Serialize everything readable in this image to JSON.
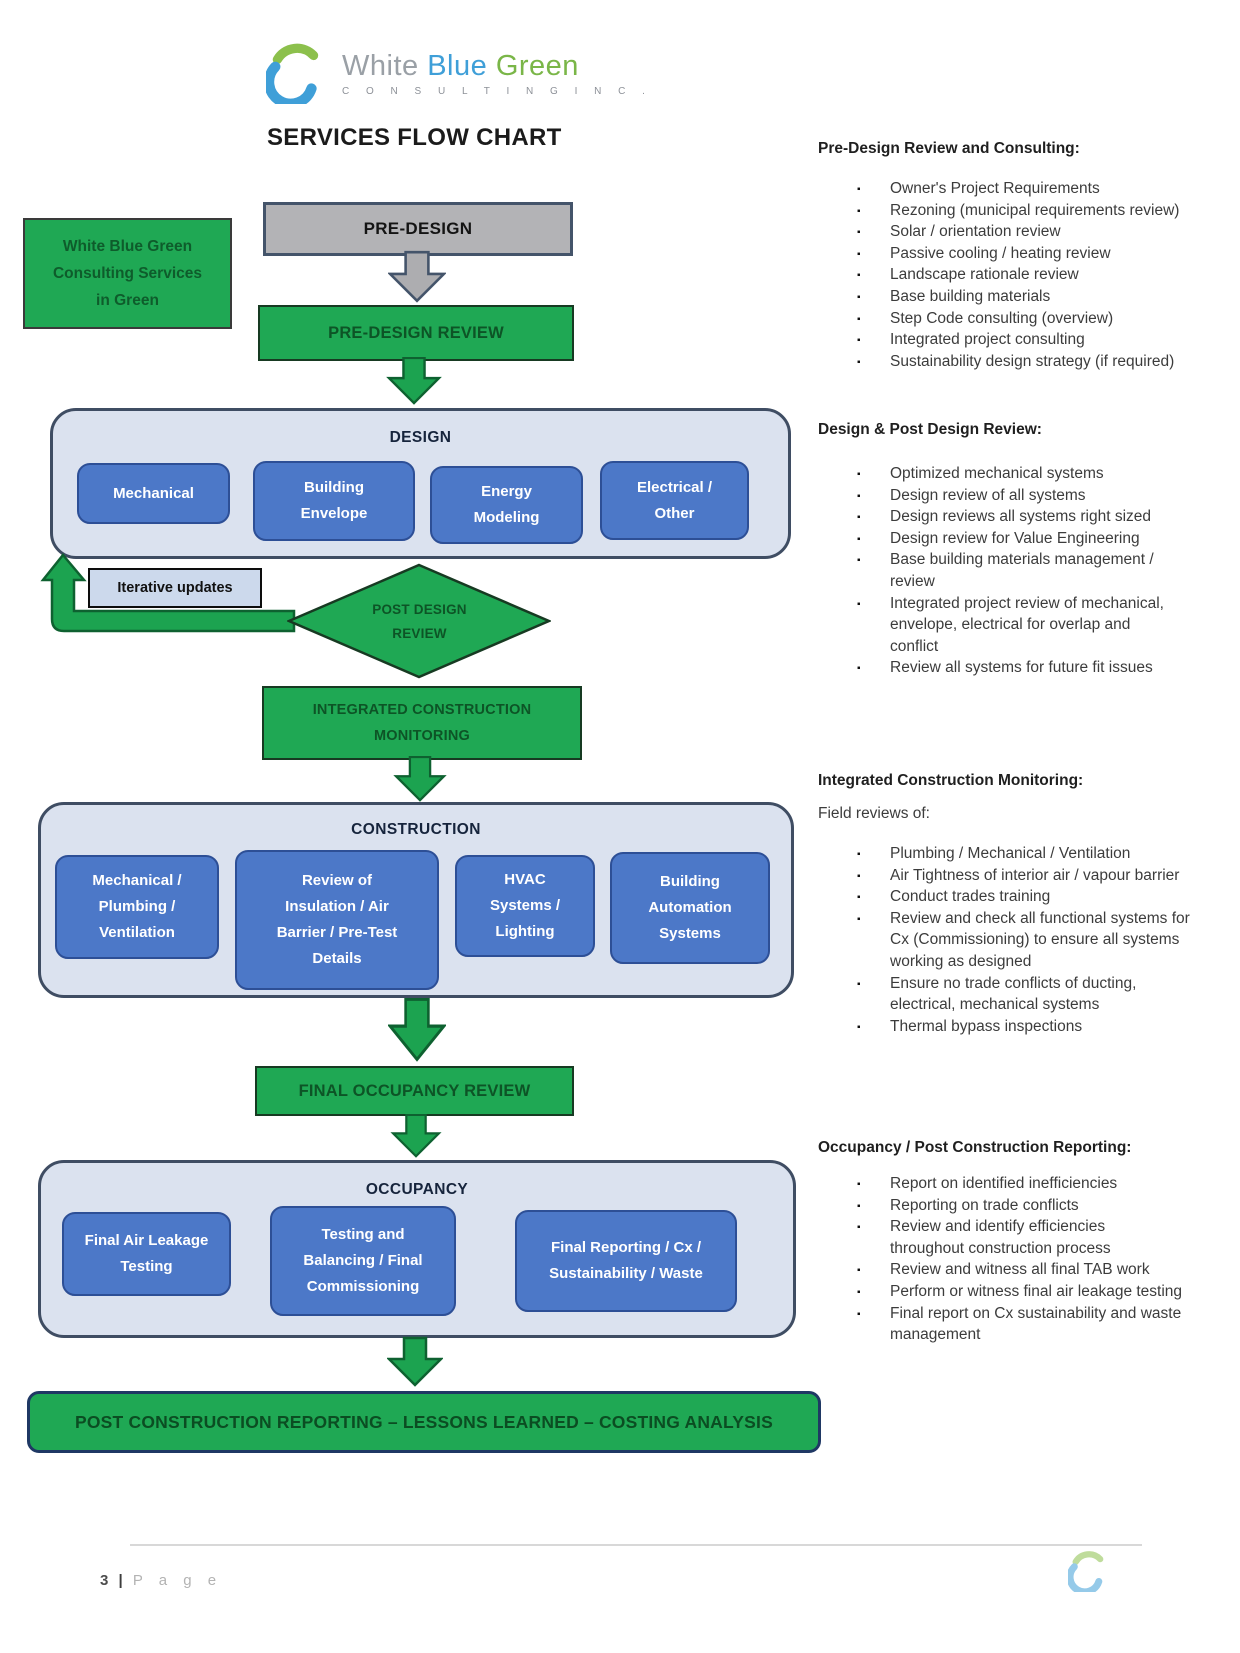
{
  "header": {
    "brand": {
      "white": "White",
      "blue": "Blue",
      "green": "Green",
      "subtitle": "C O N S U L T I N G   I N C ."
    },
    "title": "SERVICES FLOW CHART"
  },
  "flow": {
    "legend_box": "White Blue Green\nConsulting Services\nin Green",
    "pre_design": "PRE-DESIGN",
    "pre_design_review": "PRE-DESIGN REVIEW",
    "design": {
      "title": "DESIGN",
      "items": [
        "Mechanical",
        "Building\nEnvelope",
        "Energy\nModeling",
        "Electrical /\nOther"
      ]
    },
    "iterative_updates": "Iterative updates",
    "post_design_review": "POST DESIGN\nREVIEW",
    "integrated_construction_monitoring": "INTEGRATED CONSTRUCTION\nMONITORING",
    "construction": {
      "title": "CONSTRUCTION",
      "items": [
        "Mechanical /\nPlumbing /\nVentilation",
        "Review of\nInsulation / Air\nBarrier / Pre-Test\nDetails",
        "HVAC\nSystems /\nLighting",
        "Building\nAutomation\nSystems"
      ]
    },
    "final_occupancy_review": "FINAL OCCUPANCY REVIEW",
    "occupancy": {
      "title": "OCCUPANCY",
      "items": [
        "Final Air Leakage\nTesting",
        "Testing and\nBalancing / Final\nCommissioning",
        "Final Reporting / Cx /\nSustainability / Waste"
      ]
    },
    "post_construction_bar": "POST CONSTRUCTION REPORTING – LESSONS LEARNED – COSTING ANALYSIS"
  },
  "notes": [
    {
      "heading": "Pre-Design Review and Consulting:",
      "intro": "",
      "bullets": [
        "Owner's Project Requirements",
        "Rezoning (municipal requirements review)",
        "Solar / orientation review",
        "Passive cooling / heating review",
        "Landscape rationale review",
        "Base building materials",
        "Step Code consulting (overview)",
        "Integrated project consulting",
        "Sustainability design strategy (if required)"
      ]
    },
    {
      "heading": "Design & Post Design Review:",
      "intro": "",
      "bullets": [
        "Optimized mechanical systems",
        "Design review of all systems",
        "Design reviews all systems right sized",
        "Design review for Value Engineering",
        "Base building materials management /\nreview",
        "Integrated project review of mechanical,\nenvelope, electrical for overlap and\nconflict",
        "Review all systems for future fit issues"
      ]
    },
    {
      "heading": "Integrated Construction Monitoring:",
      "intro": "Field reviews of:",
      "bullets": [
        "Plumbing / Mechanical / Ventilation",
        "Air Tightness of interior air / vapour barrier",
        "Conduct trades training",
        "Review and check all functional systems for\nCx (Commissioning) to ensure all systems\nworking as designed",
        "Ensure no trade conflicts of ducting,\nelectrical, mechanical systems",
        "Thermal bypass inspections"
      ]
    },
    {
      "heading": "Occupancy / Post Construction Reporting:",
      "intro": "",
      "bullets": [
        "Report on identified inefficiencies",
        "Reporting on trade conflicts",
        "Review and identify efficiencies\nthroughout construction process",
        "Review and witness all final TAB work",
        "Perform or witness final air leakage testing",
        "Final report on Cx sustainability and waste\nmanagement"
      ]
    }
  ],
  "footer": {
    "page_number": "3",
    "separator": "|",
    "page_label": "P a g e"
  },
  "colors": {
    "green_fill": "#1fa854",
    "green_text": "#0d5426",
    "gray_fill": "#b3b3b6",
    "container_fill": "#dbe2ef",
    "container_border": "#3f4d63",
    "blue_fill": "#4c78c8",
    "brand_blue": "#3f9fd8",
    "brand_green": "#7ab648"
  }
}
